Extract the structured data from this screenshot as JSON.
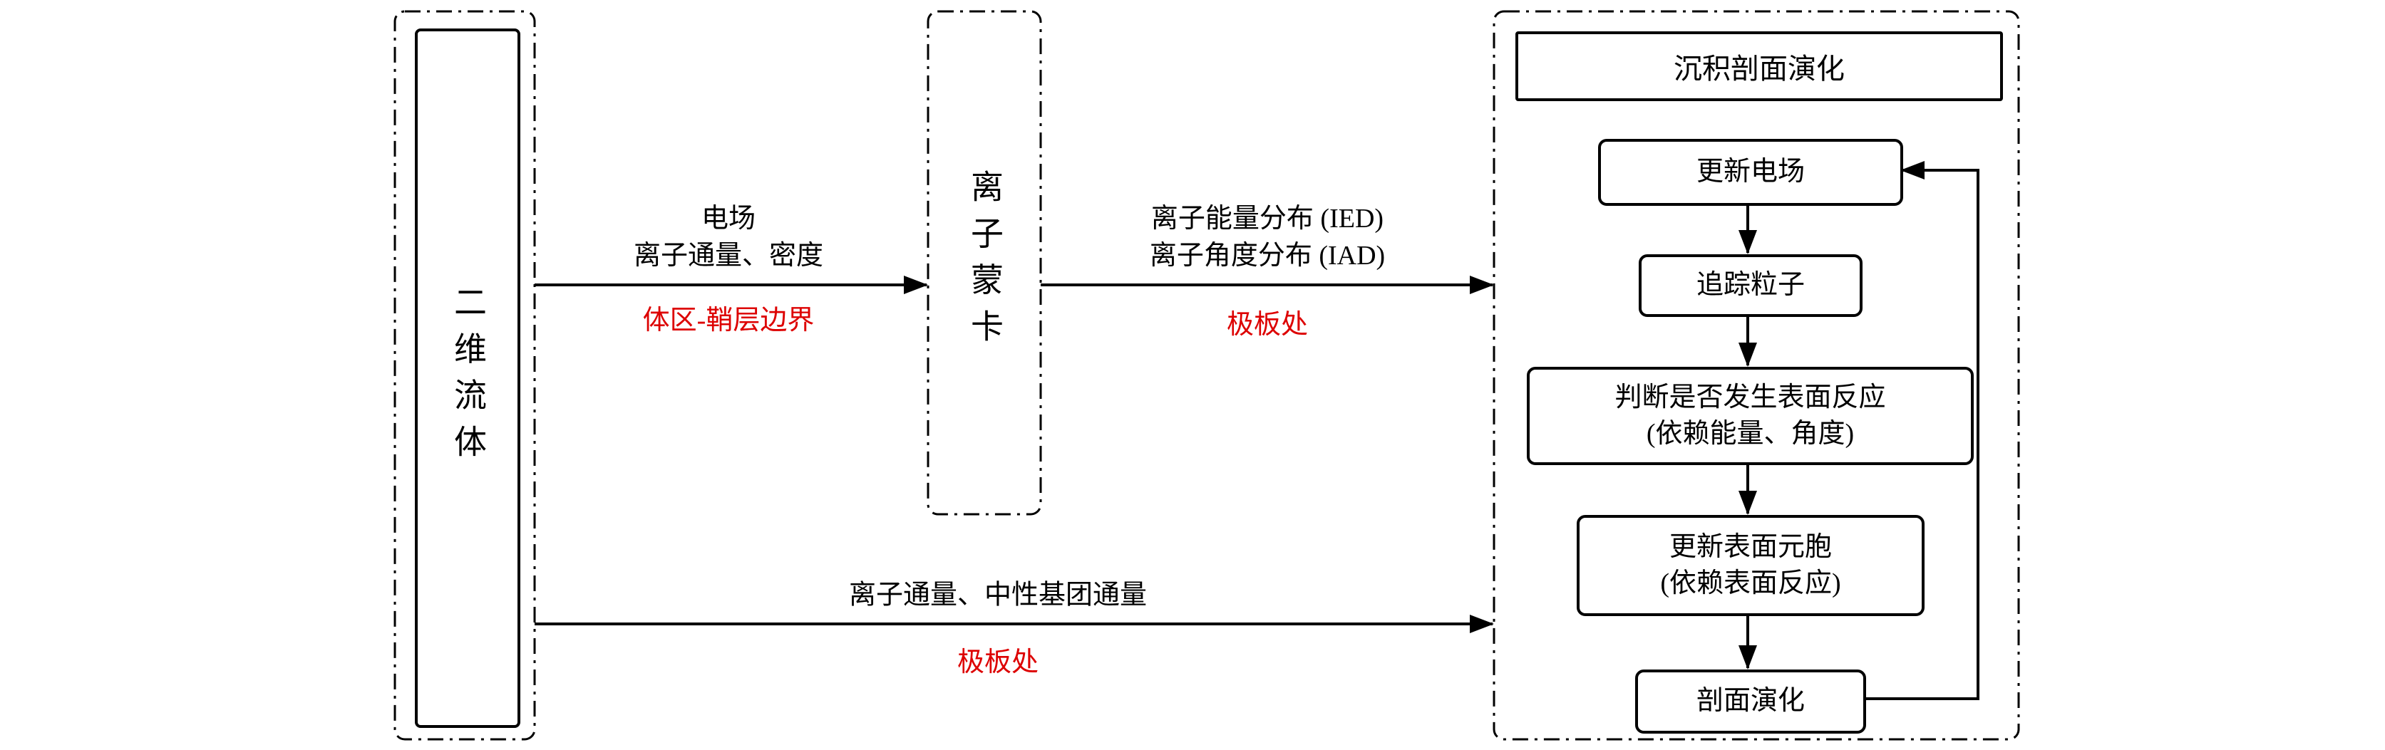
{
  "diagram": {
    "fluid": {
      "label": "二维流体"
    },
    "monte_carlo": {
      "label": "离子蒙卡"
    },
    "profile": {
      "title": "沉积剖面演化",
      "steps": {
        "update_field": {
          "line1": "更新电场"
        },
        "track_particles": {
          "line1": "追踪粒子"
        },
        "judge_reaction": {
          "line1": "判断是否发生表面反应",
          "line2": "(依赖能量、角度)"
        },
        "update_cells": {
          "line1": "更新表面元胞",
          "line2": "(依赖表面反应)"
        },
        "profile_evolution": {
          "line1": "剖面演化"
        }
      }
    },
    "arrows": {
      "fluid_to_mc": {
        "line1": "电场",
        "line2": "离子通量、密度",
        "location": "体区-鞘层边界"
      },
      "mc_to_profile": {
        "line1": "离子能量分布 (IED)",
        "line2": "离子角度分布 (IAD)",
        "location": "极板处"
      },
      "fluid_to_profile": {
        "line1": "离子通量、中性基团通量",
        "location": "极板处"
      }
    },
    "colors": {
      "location_red": "#dd0000",
      "line": "#000000"
    }
  }
}
